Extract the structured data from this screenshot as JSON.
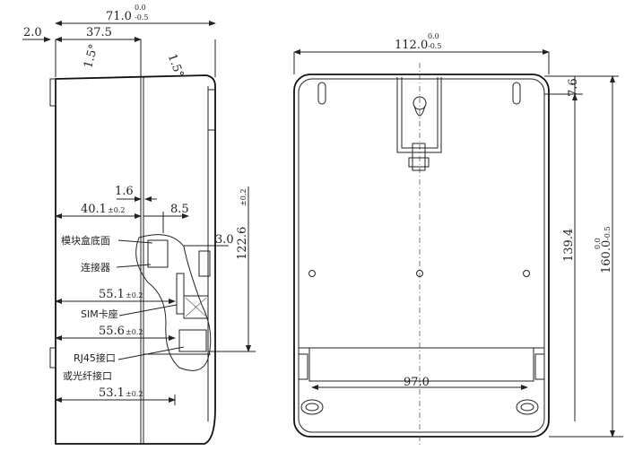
{
  "side_view": {
    "width_dim": {
      "value": "71.0",
      "upper_tol": "0.0",
      "lower_tol": "-0.5"
    },
    "offset_dim": "2.0",
    "half_dim": "37.5",
    "draft_angle_left": "1.5°",
    "draft_angle_right": "1.5°",
    "dim_1_6": "1.6",
    "dim_40_1": {
      "value": "40.1",
      "tol": "±0.2"
    },
    "dim_8_5": "8.5",
    "dim_3_0": "3.0",
    "height_dim": {
      "value": "122.6",
      "tol": "±0.2"
    },
    "dim_55_1": {
      "value": "55.1",
      "tol": "±0.2"
    },
    "dim_55_6": {
      "value": "55.6",
      "tol": "±0.2"
    },
    "dim_53_1": {
      "value": "53.1",
      "tol": "±0.2"
    },
    "labels": {
      "module_box_bottom": "模块盒底面",
      "connector": "连接器",
      "sim_socket": "SIM卡座",
      "rj45_line1": "RJ45接口",
      "rj45_line2": "或光纤接口"
    }
  },
  "front_view": {
    "width_dim": {
      "value": "112.0",
      "upper_tol": "0.0",
      "lower_tol": "-0.5"
    },
    "top_offset": "7.6",
    "hole_span": "139.4",
    "height_dim": {
      "value": "160.0",
      "upper_tol": "0.0",
      "lower_tol": "-0.5"
    },
    "bottom_hole_span": "97.0"
  }
}
